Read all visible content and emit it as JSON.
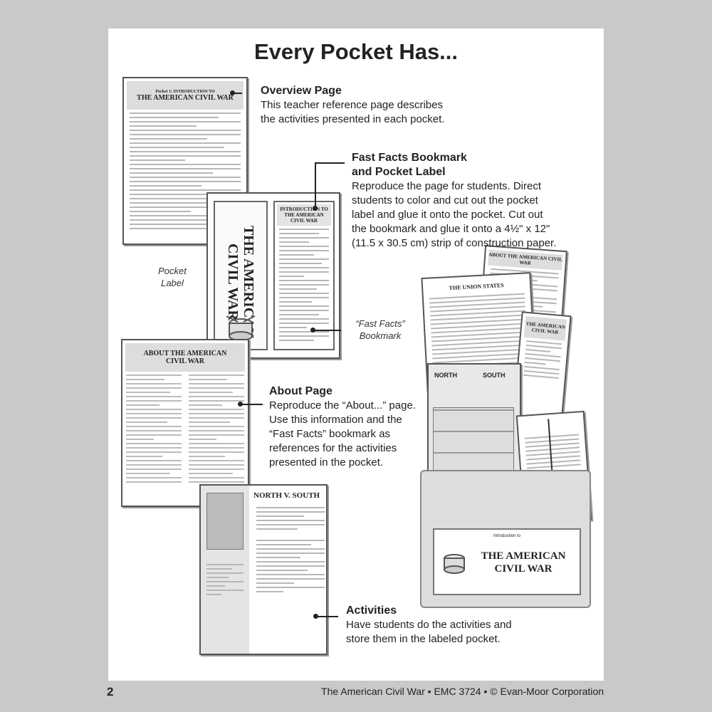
{
  "page": {
    "title": "Every Pocket Has...",
    "page_number": "2",
    "credit": "The American Civil War • EMC 3724 • © Evan-Moor Corporation"
  },
  "callouts": {
    "overview": {
      "title": "Overview Page",
      "lines": [
        "This teacher reference page describes",
        "the activities presented in each pocket."
      ]
    },
    "fast_facts": {
      "title_lines": [
        "Fast Facts Bookmark",
        "and Pocket Label"
      ],
      "lines": [
        "Reproduce the page for students. Direct",
        "students to color and cut out the pocket",
        "label and glue it onto the pocket. Cut out",
        "the bookmark and glue it onto a 4½\" x 12\"",
        "(11.5 x 30.5 cm) strip of construction paper."
      ]
    },
    "about": {
      "title": "About Page",
      "lines": [
        "Reproduce the “About...” page.",
        "Use this information and the",
        "“Fast Facts” bookmark as",
        "references for the activities",
        "presented in the pocket."
      ]
    },
    "activities": {
      "title": "Activities",
      "lines": [
        "Have students do the activities and",
        "store them in the labeled pocket."
      ]
    }
  },
  "labels": {
    "pocket_label": [
      "Pocket",
      "Label"
    ],
    "fast_facts_bookmark": [
      "“Fast Facts”",
      "Bookmark"
    ]
  },
  "docs": {
    "overview_title": "THE AMERICAN CIVIL WAR",
    "overview_pretitle": "Pocket 1: INTRODUCTION TO",
    "label_text": "THE AMERICAN CIVIL WAR",
    "bookmark_title": "INTRODUCTION TO THE AMERICAN CIVIL WAR",
    "about_title": "ABOUT THE AMERICAN CIVIL WAR",
    "activity_title": "NORTH V. SOUTH",
    "pocket_big_label": "THE AMERICAN CIVIL WAR",
    "pocket_intro": "Introduction to",
    "union_states": "THE UNION STATES",
    "about_small": "ABOUT THE AMERICAN CIVIL WAR",
    "north": "NORTH",
    "south": "SOUTH"
  }
}
